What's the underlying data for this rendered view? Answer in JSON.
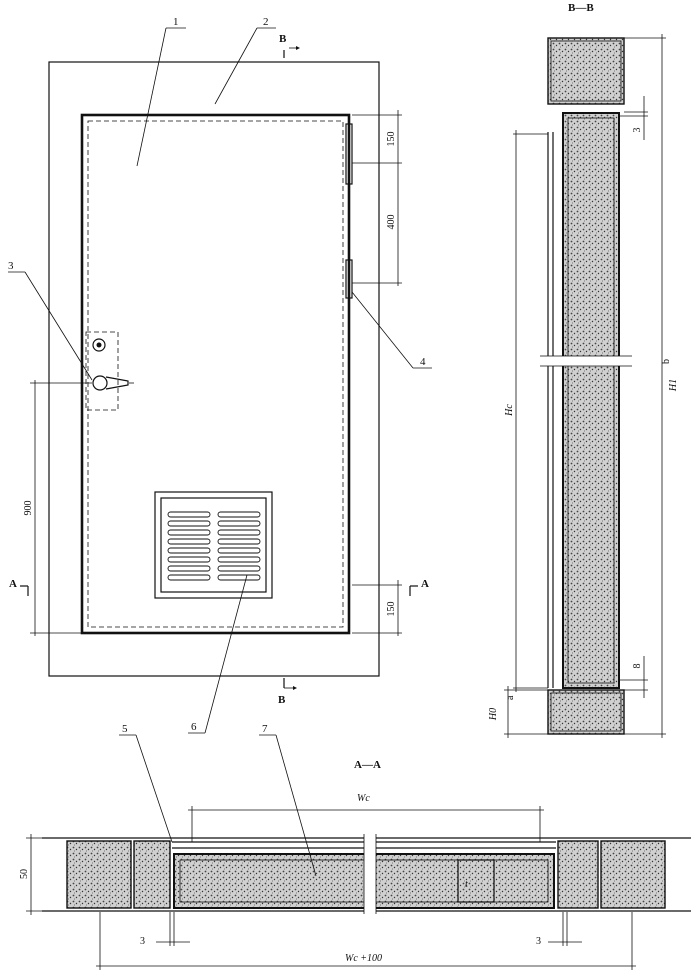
{
  "section_labels": {
    "bb": "B—B",
    "aa": "A—A",
    "cut_b": "B",
    "cut_a": "A"
  },
  "part_numbers": [
    "1",
    "2",
    "3",
    "4",
    "5",
    "6",
    "7"
  ],
  "dimensions": {
    "hinge_top_offset": "150",
    "hinge_spacing": "400",
    "handle_height": "900",
    "bottom_offset": "150",
    "bb_top_gap": "3",
    "bb_bottom_gap": "8",
    "clear_height": "Hc",
    "total_height": "H1",
    "total_height_sup": "b",
    "threshold_height": "H0",
    "threshold_sup": "a",
    "clear_width": "Wc",
    "total_width": "Wc +100",
    "panel_thickness": "50",
    "aa_left_gap": "3",
    "aa_right_gap": "3",
    "aa_inner_mark": "t"
  },
  "colors": {
    "line": "#111111",
    "insulation_fill": "#8a8a8a",
    "background": "#ffffff"
  }
}
